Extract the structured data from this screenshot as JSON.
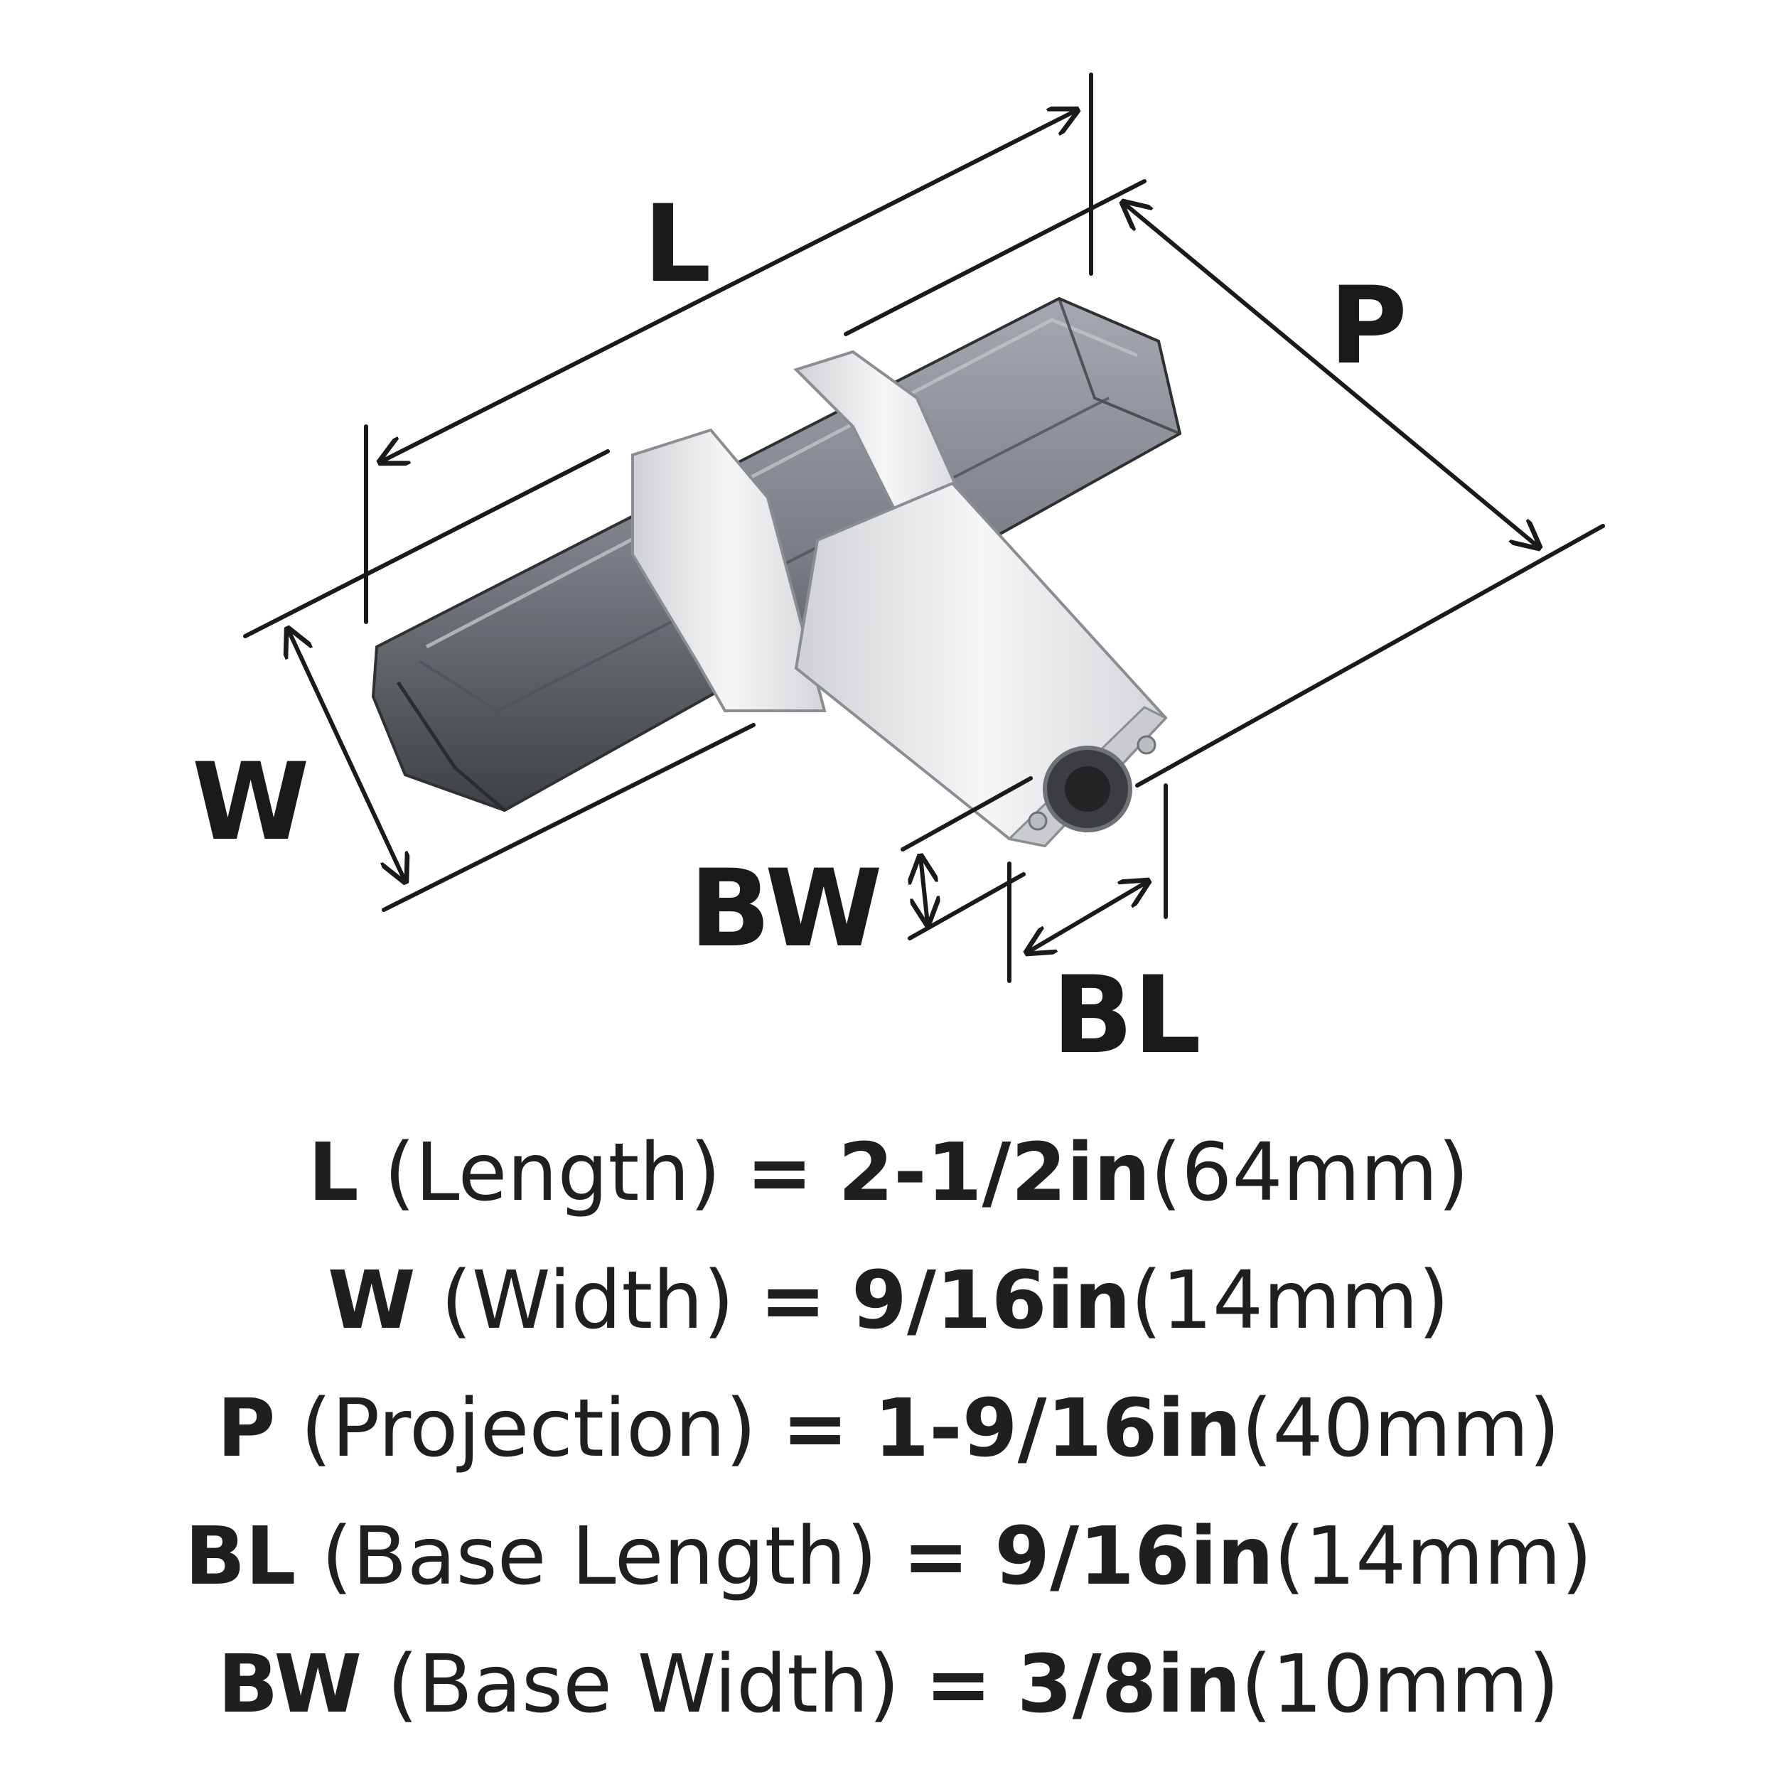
{
  "labels": {
    "L": "L",
    "W": "W",
    "P": "P",
    "BW": "BW",
    "BL": "BL"
  },
  "specs": [
    {
      "code": "L",
      "name": "(Length)",
      "eq": "=",
      "value": "2-1/2in",
      "mm": "(64mm)"
    },
    {
      "code": "W",
      "name": "(Width)",
      "eq": "=",
      "value": "9/16in",
      "mm": "(14mm)"
    },
    {
      "code": "P",
      "name": "(Projection)",
      "eq": "=",
      "value": "1-9/16in",
      "mm": "(40mm)"
    },
    {
      "code": "BL",
      "name": "(Base Length)",
      "eq": "=",
      "value": "9/16in",
      "mm": "(14mm)"
    },
    {
      "code": "BW",
      "name": "(Base Width)",
      "eq": "=",
      "value": "3/8in",
      "mm": "(10mm)"
    }
  ],
  "colors": {
    "ink": "#1a1a1a",
    "bar_dark": "#5a5d63",
    "bar_mid": "#8b8f95",
    "chrome": "#e8e9eb"
  }
}
